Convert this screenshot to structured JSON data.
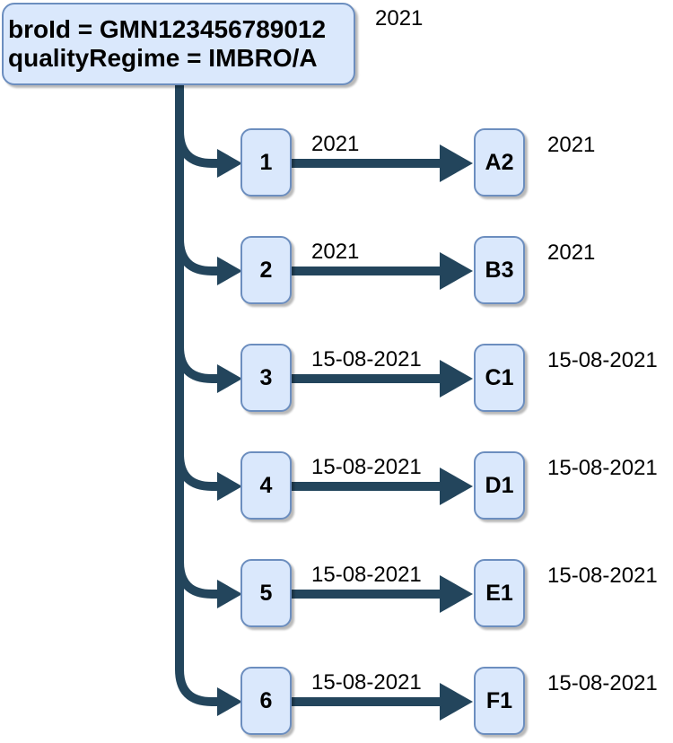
{
  "root": {
    "line1": "broId = GMN123456789012",
    "line2": "qualityRegime = IMBRO/A",
    "year_label": "2021"
  },
  "rows": [
    {
      "id": "1",
      "edge_label": "2021",
      "target": "A2",
      "target_label": "2021"
    },
    {
      "id": "2",
      "edge_label": "2021",
      "target": "B3",
      "target_label": "2021"
    },
    {
      "id": "3",
      "edge_label": "15-08-2021",
      "target": "C1",
      "target_label": "15-08-2021"
    },
    {
      "id": "4",
      "edge_label": "15-08-2021",
      "target": "D1",
      "target_label": "15-08-2021"
    },
    {
      "id": "5",
      "edge_label": "15-08-2021",
      "target": "E1",
      "target_label": "15-08-2021"
    },
    {
      "id": "6",
      "edge_label": "15-08-2021",
      "target": "F1",
      "target_label": "15-08-2021"
    }
  ],
  "colors": {
    "node_fill": "#dae8fc",
    "node_border": "#6c8ebf",
    "connector": "#23455c"
  }
}
